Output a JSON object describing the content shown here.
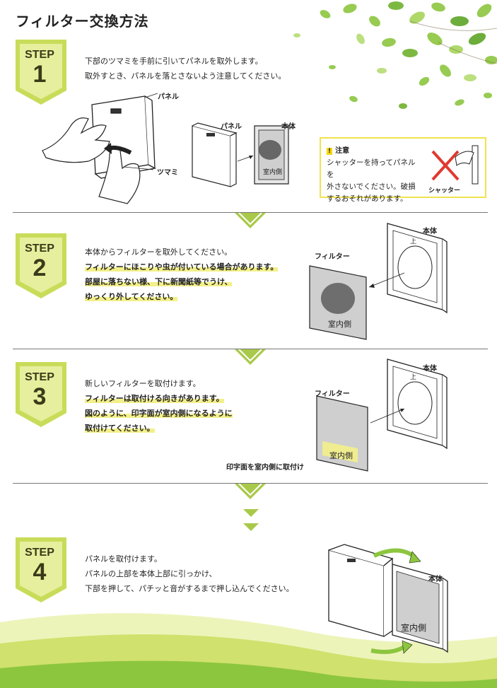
{
  "title": "フィルター交換方法",
  "colors": {
    "accent": "#c9dc5a",
    "accent_light": "#e6ef9d",
    "highlight": "#f3f08a",
    "caution_border": "#f0e350",
    "cross": "#e0392f",
    "separator_arrow": "#a9c94a"
  },
  "steps": [
    {
      "step_label": "STEP",
      "number": "1",
      "lines": [
        {
          "text": "下部のツマミを手前に引いてパネルを取外します。",
          "bold": false
        },
        {
          "text": "取外すとき、パネルを落とさないよう注意してください。",
          "bold": false
        }
      ],
      "labels": {
        "panel_a": "パネル",
        "knob": "ツマミ",
        "panel_b": "パネル",
        "body": "本体",
        "room_side": "室内側"
      },
      "caution": {
        "title": "注意",
        "lines": [
          "シャッターを持ってパネルを",
          "外さないでください。破損",
          "するおそれがあります。"
        ],
        "shutter_label": "シャッター"
      }
    },
    {
      "step_label": "STEP",
      "number": "2",
      "lines": [
        {
          "text": "本体からフィルターを取外してください。",
          "bold": false
        },
        {
          "text": "フィルターにほこりや虫が付いている場合があります。",
          "bold": true
        },
        {
          "text": "部屋に落ちない様、下に新聞紙等でうけ、",
          "bold": true
        },
        {
          "text": "ゆっくり外してください。",
          "bold": true
        }
      ],
      "labels": {
        "filter": "フィルター",
        "body": "本体",
        "room_side": "室内側",
        "up": "上"
      }
    },
    {
      "step_label": "STEP",
      "number": "3",
      "lines": [
        {
          "text": "新しいフィルターを取付けます。",
          "bold": false
        },
        {
          "text": "フィルターは取付ける向きがあります。",
          "bold": true
        },
        {
          "text": "図のように、印字面が室内側になるように",
          "bold": true
        },
        {
          "text": "取付けてください。",
          "bold": true
        }
      ],
      "labels": {
        "filter": "フィルター",
        "body": "本体",
        "room_side": "室内側",
        "up": "上",
        "print_side": "印字面を室内側に取付け"
      }
    },
    {
      "step_label": "STEP",
      "number": "4",
      "lines": [
        {
          "text": "パネルを取付けます。",
          "bold": false
        },
        {
          "text": "パネルの上部を本体上部に引っかけ、",
          "bold": false
        },
        {
          "text": "下部を押して、パチッと音がするまで押し込んでください。",
          "bold": false
        }
      ],
      "labels": {
        "body": "本体",
        "room_side": "室内側"
      }
    }
  ]
}
